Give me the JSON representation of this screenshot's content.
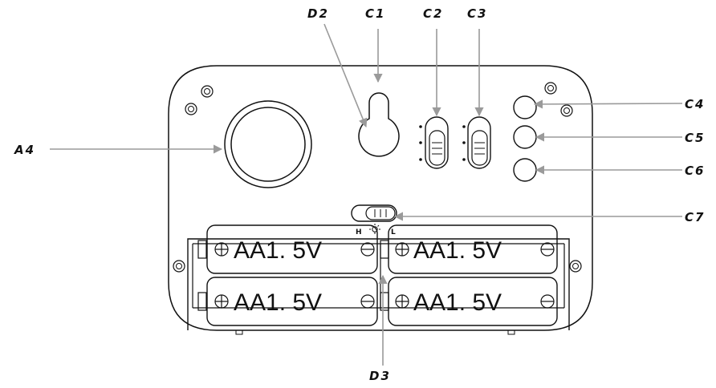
{
  "colors": {
    "outline": "#111111",
    "leader": "#9a9a9a",
    "background": "#ffffff"
  },
  "callouts": {
    "a4": "A4",
    "c1": "C1",
    "c2": "C2",
    "c3": "C3",
    "c4": "C4",
    "c5": "C5",
    "c6": "C6",
    "c7": "C7",
    "d2": "D2",
    "d3": "D3"
  },
  "slider_labels": {
    "high": "H",
    "low": "L",
    "icon": "light-bulb-icon"
  },
  "batteries": [
    {
      "label": "AA1. 5V"
    },
    {
      "label": "AA1. 5V"
    },
    {
      "label": "AA1. 5V"
    },
    {
      "label": "AA1. 5V"
    }
  ],
  "icons": {
    "plus": "plus-terminal-icon",
    "minus": "minus-terminal-icon"
  }
}
